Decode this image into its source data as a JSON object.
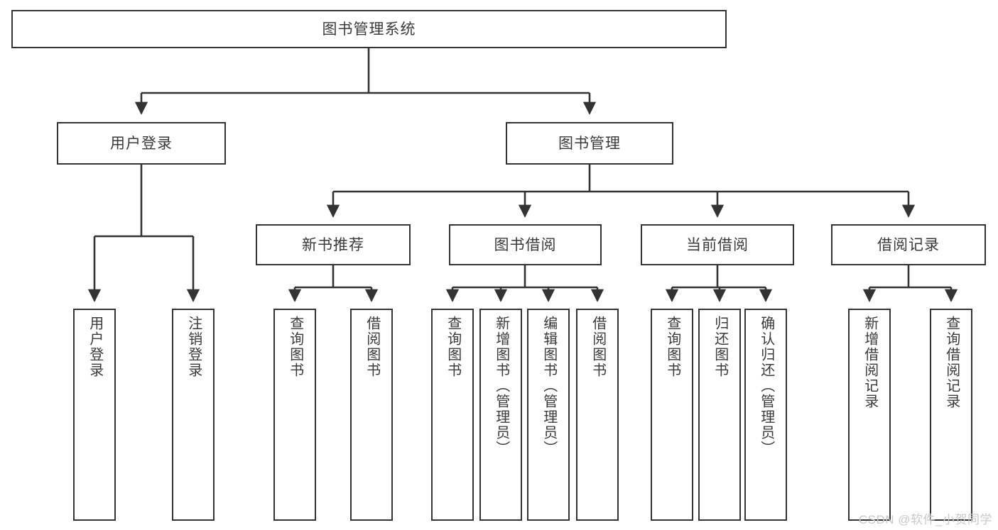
{
  "diagram": {
    "title": "图书管理系统",
    "type": "hierarchy-tree",
    "watermark": "CSDN @软件_小贺同学",
    "stroke_color": "#333333",
    "fill_color": "#FFFFFF",
    "text_color": "#3A3A3A",
    "watermark_color": "#C9C9C9"
  },
  "nodes": {
    "root": {
      "label": "图书管理系统",
      "level": 0
    },
    "level1": [
      {
        "id": "user-login",
        "label": "用户登录"
      },
      {
        "id": "book-manage",
        "label": "图书管理"
      }
    ],
    "level2": [
      {
        "id": "new-book-recommend",
        "label": "新书推荐"
      },
      {
        "id": "book-borrow",
        "label": "图书借阅"
      },
      {
        "id": "current-borrow",
        "label": "当前借阅"
      },
      {
        "id": "borrow-record",
        "label": "借阅记录"
      }
    ],
    "leaves": {
      "user-login": [
        {
          "id": "leaf-user-login",
          "label": "用户登录"
        },
        {
          "id": "leaf-logout",
          "label": "注销登录"
        }
      ],
      "new-book-recommend": [
        {
          "id": "leaf-query-book-1",
          "label": "查询图书"
        },
        {
          "id": "leaf-borrow-book-1",
          "label": "借阅图书"
        }
      ],
      "book-borrow": [
        {
          "id": "leaf-query-book-2",
          "label": "查询图书"
        },
        {
          "id": "leaf-add-book",
          "label": "新增图书（管理员）"
        },
        {
          "id": "leaf-edit-book",
          "label": "编辑图书（管理员）"
        },
        {
          "id": "leaf-borrow-book-2",
          "label": "借阅图书"
        }
      ],
      "current-borrow": [
        {
          "id": "leaf-query-book-3",
          "label": "查询图书"
        },
        {
          "id": "leaf-return-book",
          "label": "归还图书"
        },
        {
          "id": "leaf-confirm-return",
          "label": "确认归还（管理员）"
        }
      ],
      "borrow-record": [
        {
          "id": "leaf-add-record",
          "label": "新增借阅记录"
        },
        {
          "id": "leaf-query-record",
          "label": "查询借阅记录"
        }
      ]
    }
  }
}
